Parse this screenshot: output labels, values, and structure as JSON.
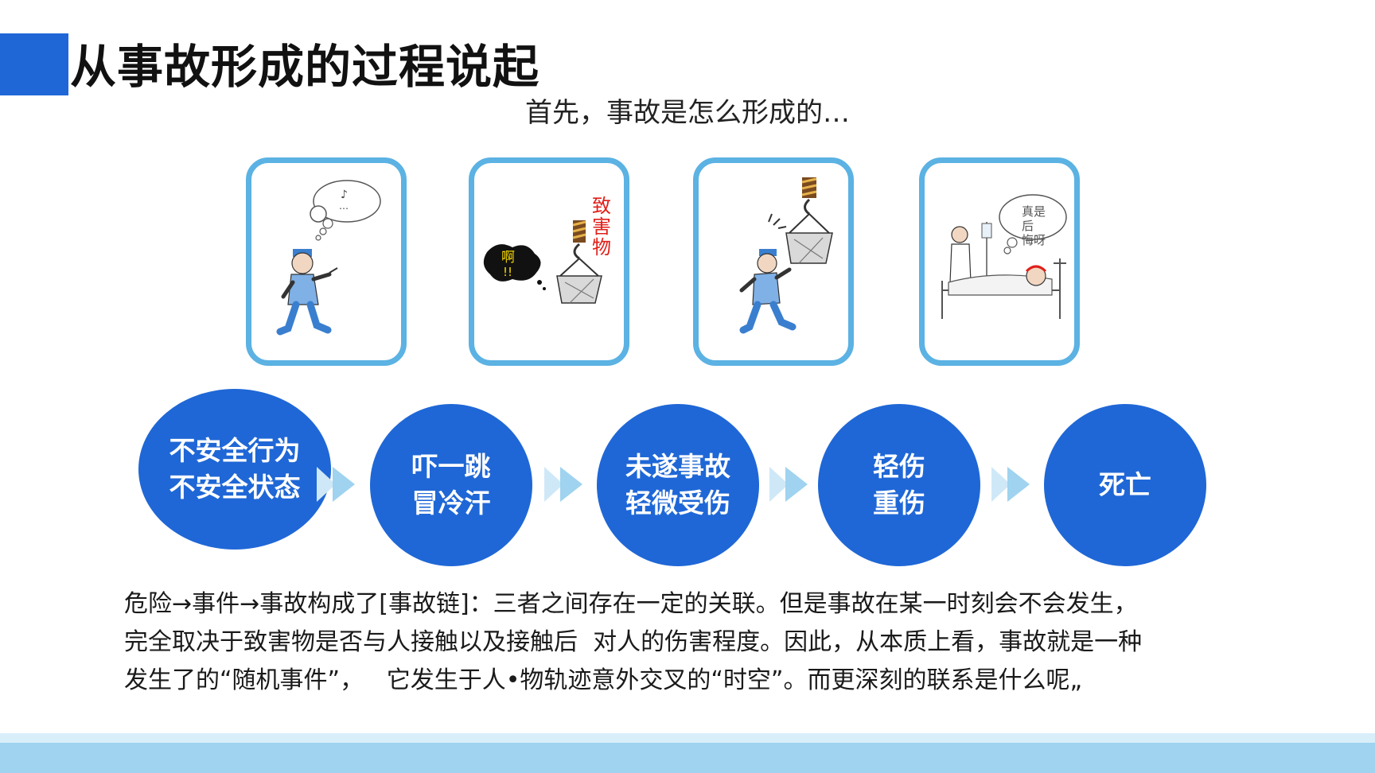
{
  "title": "从事故形成的过程说起",
  "subtitle": "首先，事故是怎么形成的…",
  "panels": {
    "panel2_label": "致害物",
    "panel2_exclaim": "啊!!",
    "panel4_thought": "真是后悔呀"
  },
  "stages": [
    {
      "line1": "不安全行为",
      "line2": "不安全状态"
    },
    {
      "line1": "吓一跳",
      "line2": "冒冷汗"
    },
    {
      "line1": "未遂事故",
      "line2": "轻微受伤"
    },
    {
      "line1": "轻伤",
      "line2": "重伤"
    },
    {
      "line1": "死亡",
      "line2": ""
    }
  ],
  "description": [
    "危险→事件→事故构成了[事故链]：三者之间存在一定的关联。但是事故在某一时刻会不会发生，",
    "完全取决于致害物是否与人接触以及接触后  对人的伤害程度。因此，从本质上看，事故就是一种",
    "发生了的“随机事件”，   它发生于人•物轨迹意外交叉的“时空”。而更深刻的联系是什么呢„"
  ],
  "colors": {
    "accent": "#1f67d6",
    "panel_border": "#5bb2e3",
    "arrow": "#9fd3ef",
    "footer": "#9fd3ef",
    "label_red": "#e0201a"
  }
}
